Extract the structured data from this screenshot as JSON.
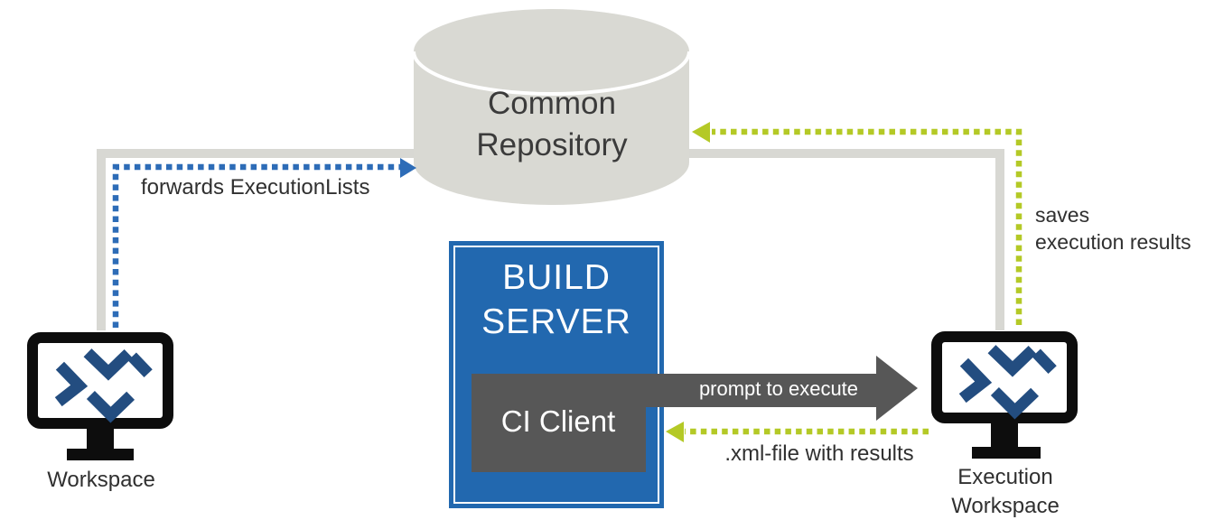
{
  "colors": {
    "arrow_blue": "#2d6cb7",
    "arrow_green": "#b4c926",
    "dark_gray": "#575757",
    "connector_gray": "#d8d8d3",
    "cylinder_gray": "#d9d9d3",
    "logo_navy": "#234d80",
    "build_server_blue": "#2268af",
    "monitor_black": "#0d0d0d",
    "text_dark": "#303030",
    "white": "#ffffff"
  },
  "repository": {
    "label": "Common\nRepository"
  },
  "build_server": {
    "title": "BUILD\nSERVER",
    "ci_client_label": "CI Client"
  },
  "workspaces": {
    "left": {
      "label": "Workspace"
    },
    "right": {
      "label": "Execution\nWorkspace"
    }
  },
  "arrows": {
    "forwards_execution_lists": {
      "label": "forwards ExecutionLists"
    },
    "saves_execution_results": {
      "label": "saves\nexecution results"
    },
    "prompt_to_execute": {
      "label": "prompt to execute"
    },
    "xml_file_with_results": {
      "label": ".xml-file with results"
    }
  }
}
